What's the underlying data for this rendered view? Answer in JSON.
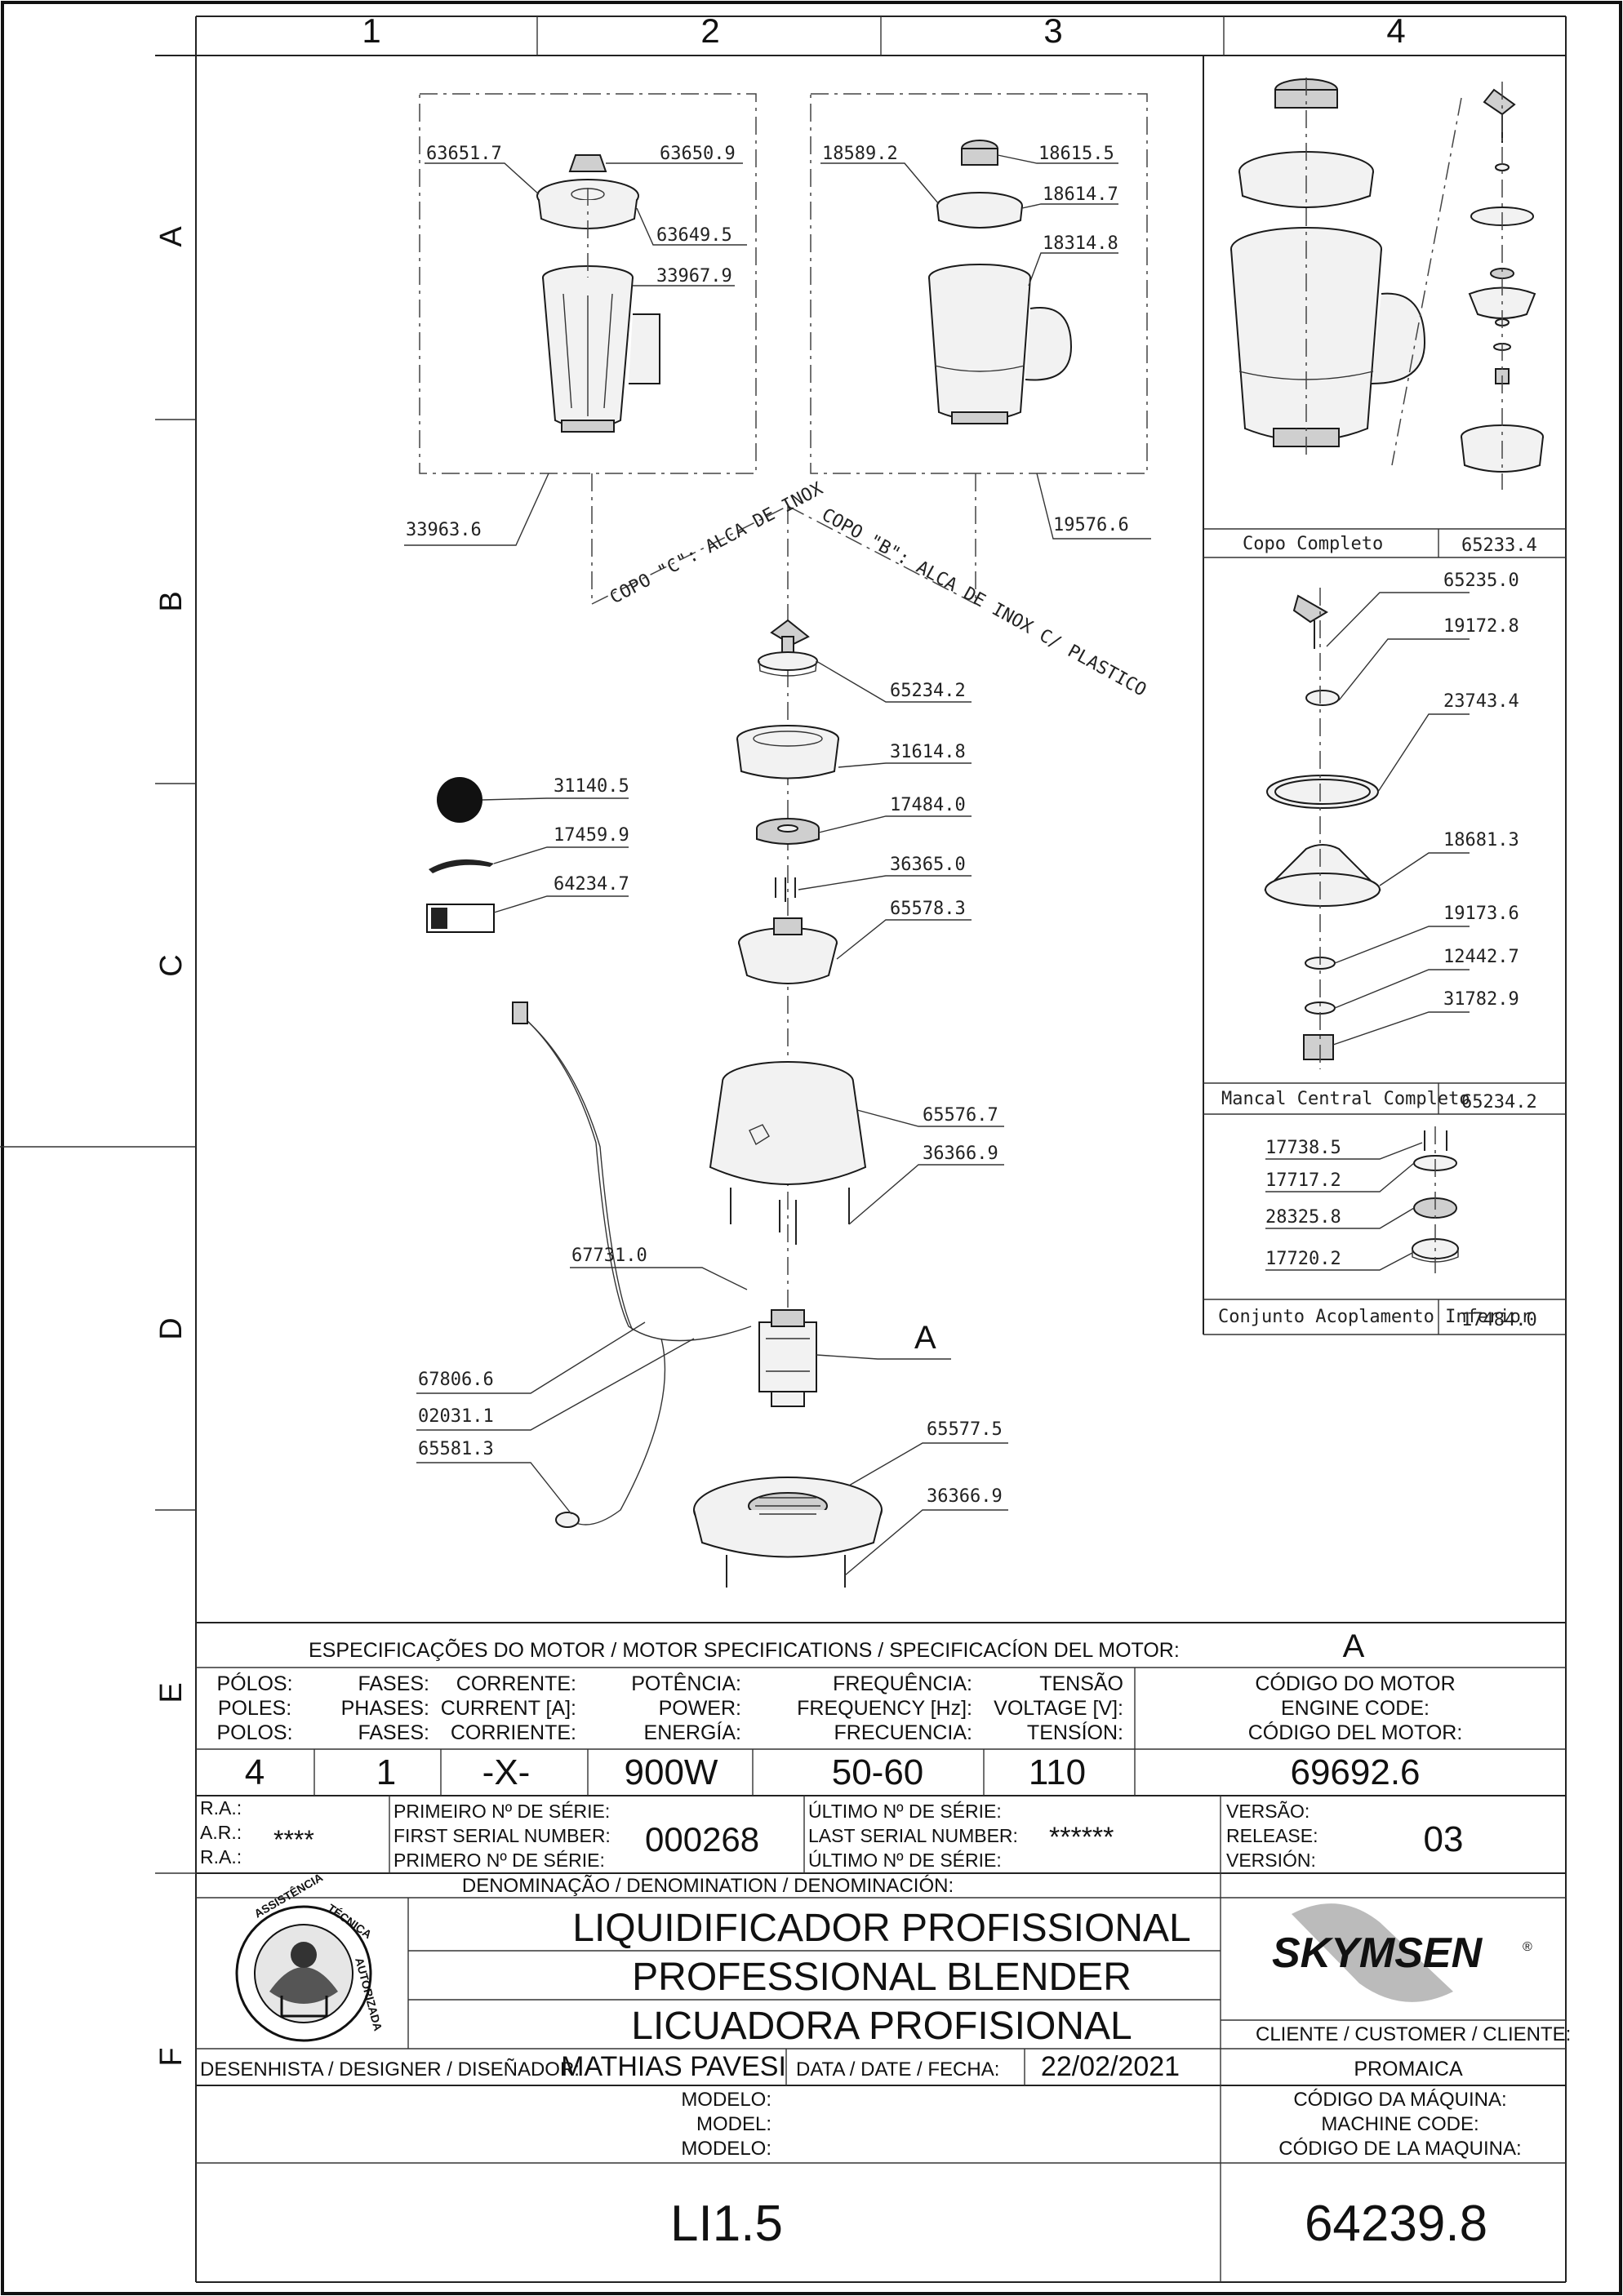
{
  "grid": {
    "cols": [
      "1",
      "2",
      "3",
      "4"
    ],
    "rows": [
      "A",
      "B",
      "C",
      "D",
      "E",
      "F"
    ]
  },
  "callouts": {
    "p636517": "63651.7",
    "p636509": "63650.9",
    "p636495": "63649.5",
    "p339679": "33967.9",
    "p185892": "18589.2",
    "p186155": "18615.5",
    "p186147": "18614.7",
    "p183148": "18314.8",
    "p339636": "33963.6",
    "p195766": "19576.6",
    "p652342": "65234.2",
    "p316148": "31614.8",
    "p174840": "17484.0",
    "p363650": "36365.0",
    "p655783": "65578.3",
    "p311405": "31140.5",
    "p174599": "17459.9",
    "p642347": "64234.7",
    "p655767": "65576.7",
    "p363669a": "36366.9",
    "p677310": "67731.0",
    "motor_ref": "A",
    "p678066": "67806.6",
    "p020311": "02031.1",
    "p655813": "65581.3",
    "p655775": "65577.5",
    "p363669b": "36366.9"
  },
  "cup_labels": {
    "c": "COPO \"C\": ALCA DE INOX",
    "b": "COPO \"B\": ALCA DE INOX C/ PLASTICO"
  },
  "detail": {
    "copo_title": "Copo Completo",
    "copo_code": "65233.4",
    "mancal": [
      "65235.0",
      "19172.8",
      "23743.4",
      "18681.3",
      "19173.6",
      "12442.7",
      "31782.9"
    ],
    "mancal_title": "Mancal Central Completo",
    "mancal_code": "65234.2",
    "acop": [
      "17738.5",
      "17717.2",
      "28325.8",
      "17720.2"
    ],
    "acop_title": "Conjunto Acoplamento Inferior",
    "acop_code": "17484.0"
  },
  "logo_brand": "SKYMSEN",
  "seal_text": "ASSISTÊNCIA TÉCNICA AUTORIZADA",
  "spec": {
    "header": "ESPECIFICAÇÕES DO MOTOR / MOTOR SPECIFICATIONS / SPECIFICACÍON DEL MOTOR:",
    "motor_letter": "A",
    "columns": [
      {
        "lines": [
          "PÓLOS:",
          "POLES:",
          "POLOS:"
        ],
        "value": "4"
      },
      {
        "lines": [
          "FASES:",
          "PHASES:",
          "FASES:"
        ],
        "value": "1"
      },
      {
        "lines": [
          "CORRENTE:",
          "CURRENT [A]:",
          "CORRIENTE:"
        ],
        "value": "-X-"
      },
      {
        "lines": [
          "POTÊNCIA:",
          "POWER:",
          "ENERGÍA:"
        ],
        "value": "900W"
      },
      {
        "lines": [
          "FREQUÊNCIA:",
          "FREQUENCY [Hz]:",
          "FRECUENCIA:"
        ],
        "value": "50-60"
      },
      {
        "lines": [
          "TENSÃO",
          "VOLTAGE [V]:",
          "TENSÍON:"
        ],
        "value": "110"
      },
      {
        "lines": [
          "CÓDIGO DO MOTOR",
          "ENGINE CODE:",
          "CÓDIGO DEL MOTOR:"
        ],
        "value": "69692.6"
      }
    ]
  },
  "serial": {
    "ra_lines": [
      "R.A.:",
      "A.R.:",
      "R.A.:"
    ],
    "ra_value": "****",
    "first_lines": [
      "PRIMEIRO Nº DE SÉRIE:",
      "FIRST SERIAL NUMBER:",
      "PRIMERO Nº DE SÉRIE:"
    ],
    "first_value": "000268",
    "last_lines": [
      "ÚLTIMO Nº DE SÉRIE:",
      "LAST SERIAL NUMBER:",
      "ÚLTIMO Nº DE SÉRIE:"
    ],
    "last_value": "******",
    "release_lines": [
      "VERSÃO:",
      "RELEASE:",
      "VERSIÓN:"
    ],
    "release_value": "03"
  },
  "denomination": {
    "header": "DENOMINAÇÃO / DENOMINATION / DENOMINACIÓN:",
    "lines": [
      "LIQUIDIFICADOR PROFISSIONAL",
      "PROFESSIONAL BLENDER",
      "LICUADORA PROFISIONAL"
    ]
  },
  "client": {
    "label": "CLIENTE / CUSTOMER / CLIENTE:",
    "value": "PROMAICA"
  },
  "designer": {
    "label": "DESENHISTA / DESIGNER / DISEÑADOR:",
    "value": "MATHIAS PAVESI"
  },
  "date": {
    "label": "DATA / DATE / FECHA:",
    "value": "22/02/2021"
  },
  "model": {
    "lines": [
      "MODELO:",
      "MODEL:",
      "MODELO:"
    ],
    "value": "LI1.5"
  },
  "machine": {
    "lines": [
      "CÓDIGO DA MÁQUINA:",
      "MACHINE CODE:",
      "CÓDIGO DE LA MAQUINA:"
    ],
    "value": "64239.8"
  }
}
